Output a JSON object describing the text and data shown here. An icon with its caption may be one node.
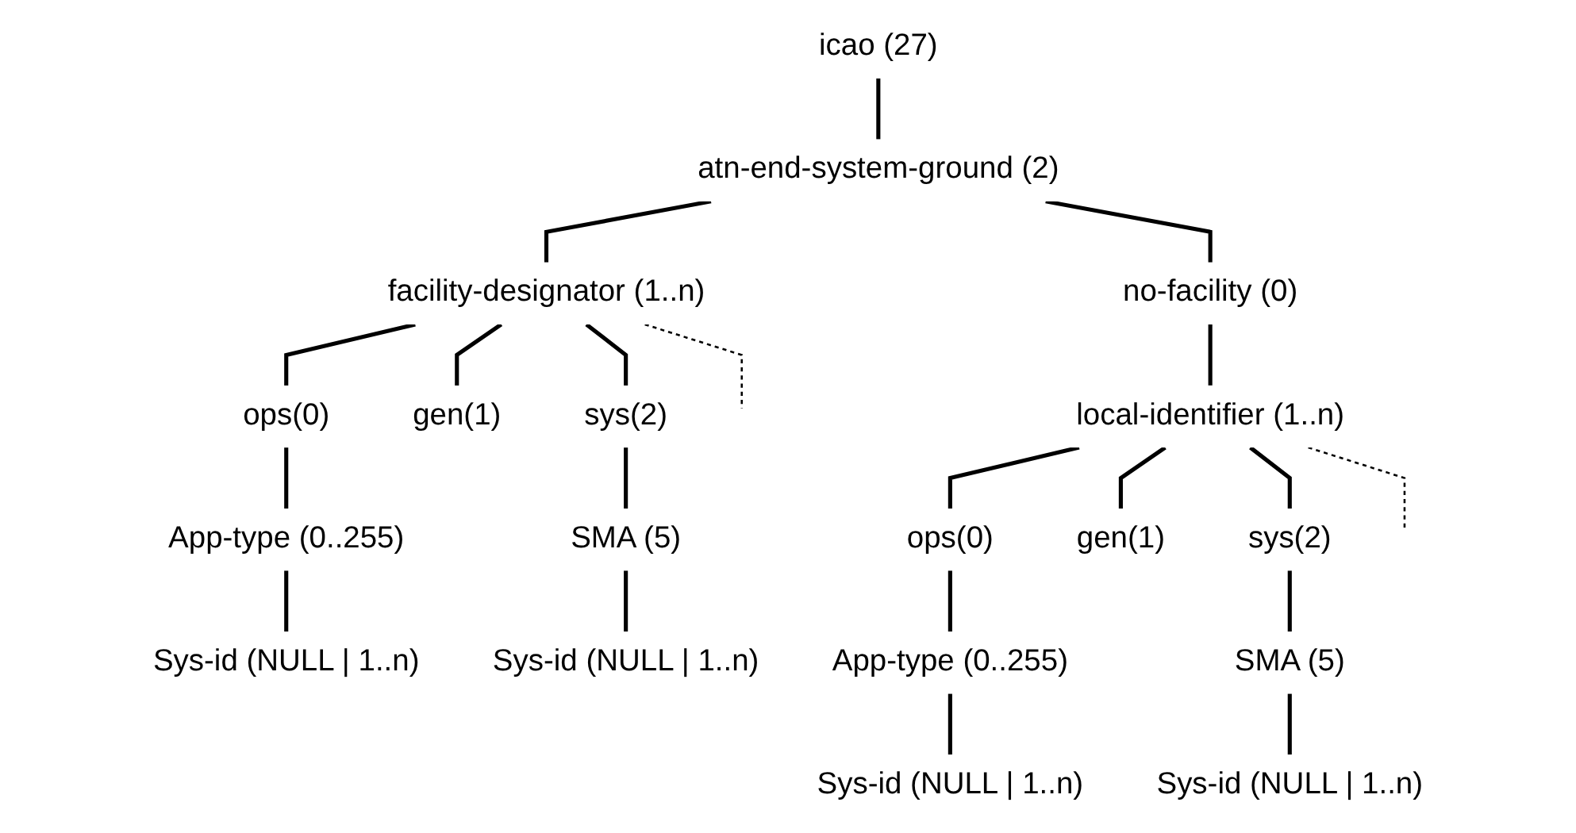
{
  "diagram": {
    "nodes": [
      {
        "text": [
          "icao (27)"
        ]
      },
      {
        "text": [
          "atn-end-system-ground (2)"
        ]
      },
      {
        "text": [
          "facility-designator (1..n)"
        ]
      },
      {
        "text": [
          "no-facility (0)"
        ]
      },
      {
        "text": [
          "ops(0)"
        ]
      },
      {
        "text": [
          "gen(1)"
        ]
      },
      {
        "text": [
          "sys(2)"
        ]
      },
      {
        "text": [
          "App-type (0..255)"
        ]
      },
      {
        "text": [
          "SMA (5)"
        ]
      },
      {
        "text": [
          "Sys-id (NULL | 1..n)"
        ]
      },
      {
        "text": [
          "Sys-id (NULL | 1..n)"
        ]
      },
      {
        "text": [
          "local-identifier (1..n)"
        ]
      },
      {
        "text": [
          "ops(0)"
        ]
      },
      {
        "text": [
          "gen(1)"
        ]
      },
      {
        "text": [
          "sys(2)"
        ]
      },
      {
        "text": [
          "App-type (0..255)"
        ]
      },
      {
        "text": [
          "SMA (5)"
        ]
      },
      {
        "text": [
          "Sys-id (NULL | 1..n)"
        ]
      },
      {
        "text": [
          "Sys-id (NULL | 1..n)"
        ]
      }
    ],
    "edges": [
      {
        "from": 0,
        "to": 1,
        "arrow": "none"
      },
      {
        "from": 1,
        "to": 2,
        "arrow": "none"
      },
      {
        "from": 1,
        "to": 3,
        "arrow": "none"
      },
      {
        "from": 2,
        "to": 4,
        "arrow": "none"
      },
      {
        "from": 2,
        "to": 5,
        "arrow": "none"
      },
      {
        "from": 2,
        "to": 6,
        "arrow": "none"
      },
      {
        "from": 2,
        "to": null,
        "arrow": "none",
        "style": "dashed"
      },
      {
        "from": 4,
        "to": 7,
        "arrow": "none"
      },
      {
        "from": 6,
        "to": 8,
        "arrow": "none"
      },
      {
        "from": 7,
        "to": 9,
        "arrow": "none"
      },
      {
        "from": 8,
        "to": 10,
        "arrow": "none"
      },
      {
        "from": 3,
        "to": 11,
        "arrow": "none"
      },
      {
        "from": 11,
        "to": 12,
        "arrow": "none"
      },
      {
        "from": 11,
        "to": 13,
        "arrow": "none"
      },
      {
        "from": 11,
        "to": 14,
        "arrow": "none"
      },
      {
        "from": 11,
        "to": null,
        "arrow": "none",
        "style": "dashed"
      },
      {
        "from": 12,
        "to": 15,
        "arrow": "none"
      },
      {
        "from": 14,
        "to": 16,
        "arrow": "none"
      },
      {
        "from": 15,
        "to": 17,
        "arrow": "none"
      },
      {
        "from": 16,
        "to": 18,
        "arrow": "none"
      }
    ]
  }
}
